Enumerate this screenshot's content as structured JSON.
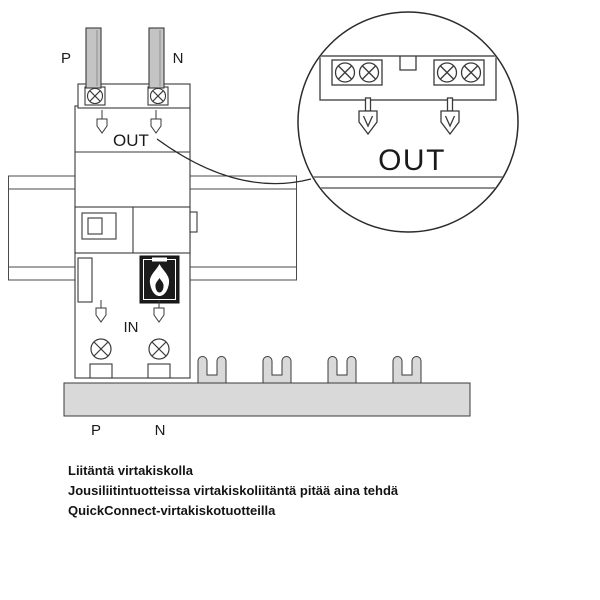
{
  "diagram": {
    "top_terminals": {
      "p": "P",
      "n": "N"
    },
    "out_label": "OUT",
    "in_label": "IN",
    "bottom_terminals": {
      "p": "P",
      "n": "N"
    },
    "zoom": {
      "out_label": "OUT"
    }
  },
  "caption": {
    "line1": "Liitäntä virtakiskolla",
    "line2": "Jousiliitintuotteissa virtakiskoliitäntä pitää aina tehdä",
    "line3": "QuickConnect-virtakiskotuotteilla"
  },
  "colors": {
    "background": "#ffffff",
    "outline": "#3a3a3a",
    "wire_fill": "#c4c4c4",
    "busbar_fill": "#d9d9d9",
    "flame_box_fill": "#1b1b1b"
  }
}
